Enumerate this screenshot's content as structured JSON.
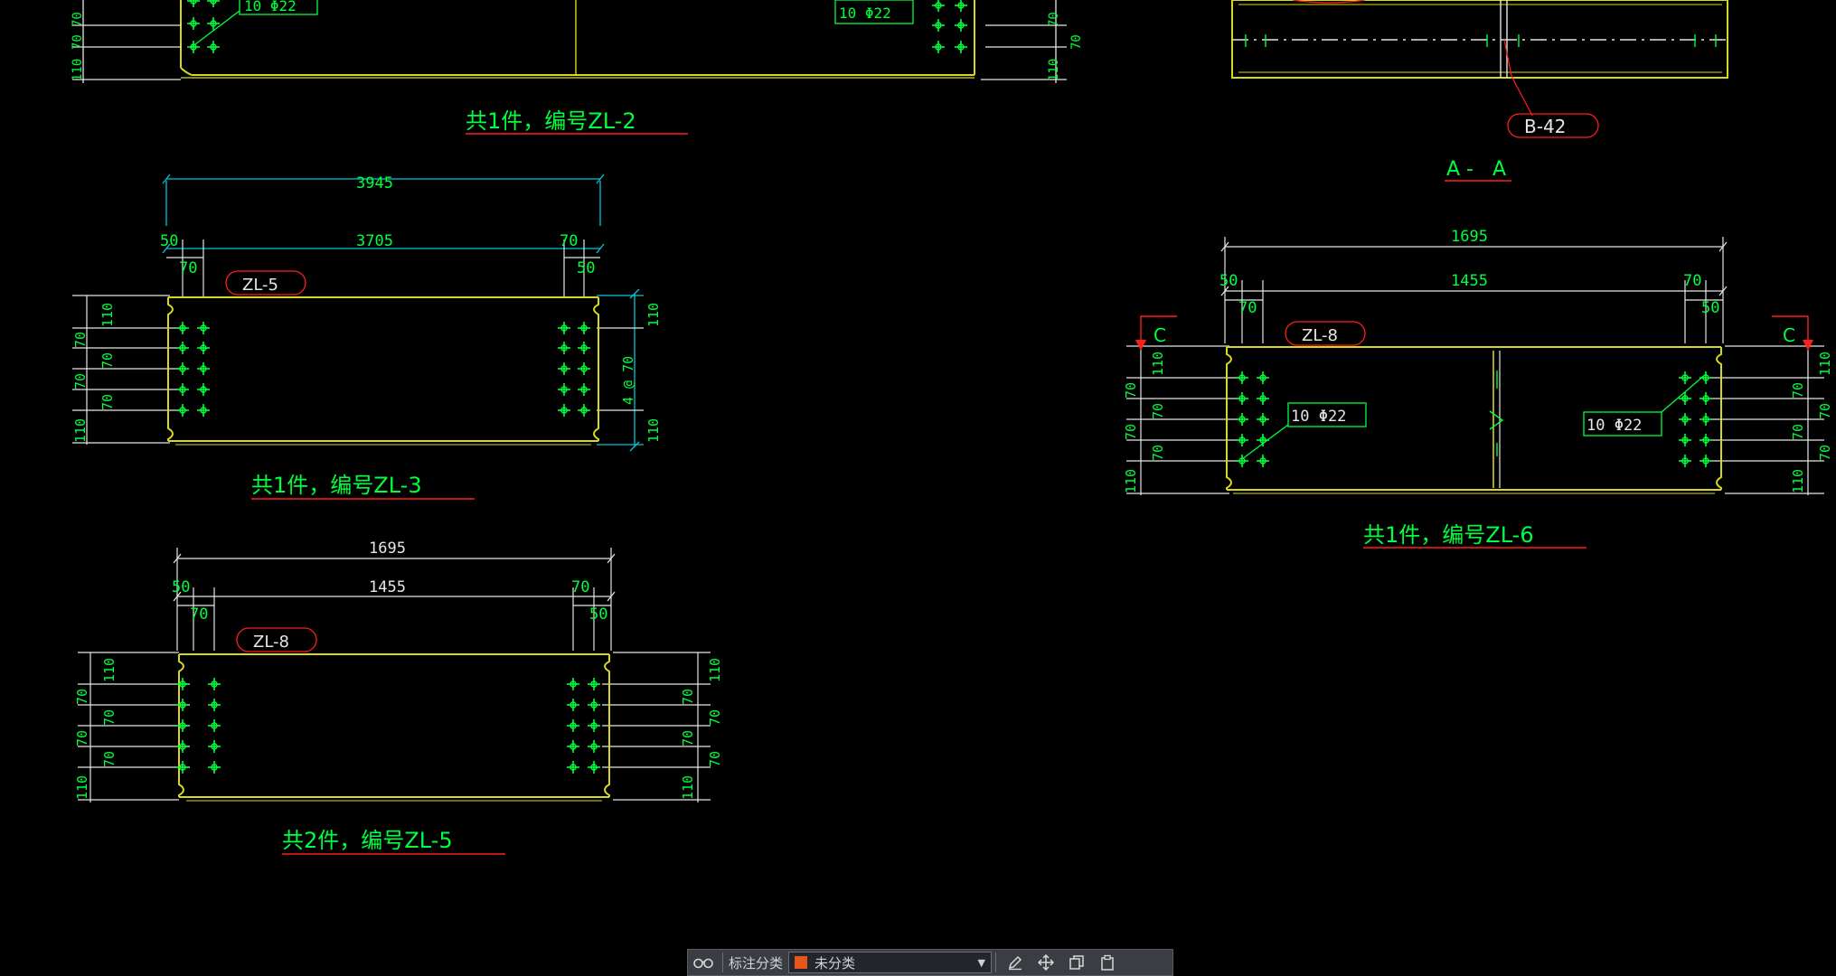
{
  "drawing": {
    "zl2": {
      "caption": "共1件，编号ZL-2",
      "note_left": "10 Φ22",
      "note_right": "10 Φ22"
    },
    "zl3": {
      "caption": "共1件，编号ZL-3",
      "overall": "3945",
      "inner": "3705",
      "left_edge": "50",
      "left_gauge": "70",
      "right_edge": "50",
      "right_gauge": "70",
      "tag": "ZL-5",
      "row_end": "110",
      "row_pitch": "70",
      "pitch_total": "4 @ 70"
    },
    "zl5": {
      "caption": "共2件，编号ZL-5",
      "overall": "1695",
      "inner": "1455",
      "left_edge": "50",
      "left_gauge": "70",
      "right_edge": "50",
      "right_gauge": "70",
      "tag": "ZL-8",
      "row_end": "110",
      "row_pitch": "70"
    },
    "aa": {
      "callout": "B-42",
      "title": "A -   A"
    },
    "zl6": {
      "caption": "共1件，编号ZL-6",
      "overall": "1695",
      "inner": "1455",
      "left_edge": "50",
      "left_gauge": "70",
      "right_edge": "50",
      "right_gauge": "70",
      "tag": "ZL-8",
      "note_left": "10 Φ22",
      "note_right": "10 Φ22",
      "section_mark": "C",
      "row_end": "110",
      "row_pitch": "70"
    }
  },
  "colors": {
    "background": "#000000",
    "green": "#00ff3c",
    "cyan": "#00c8d8",
    "yellow": "#d8d81e",
    "white": "#e6e6e6",
    "red": "#ff1e1e"
  },
  "toolbar": {
    "glasses_icon": "glasses-icon",
    "label": "标注分类",
    "select_value": "未分类",
    "edit_icon": "edit-pen-icon",
    "move_icon": "move-icon",
    "copy_icon": "copy-icon",
    "paste_icon": "paste-icon"
  }
}
